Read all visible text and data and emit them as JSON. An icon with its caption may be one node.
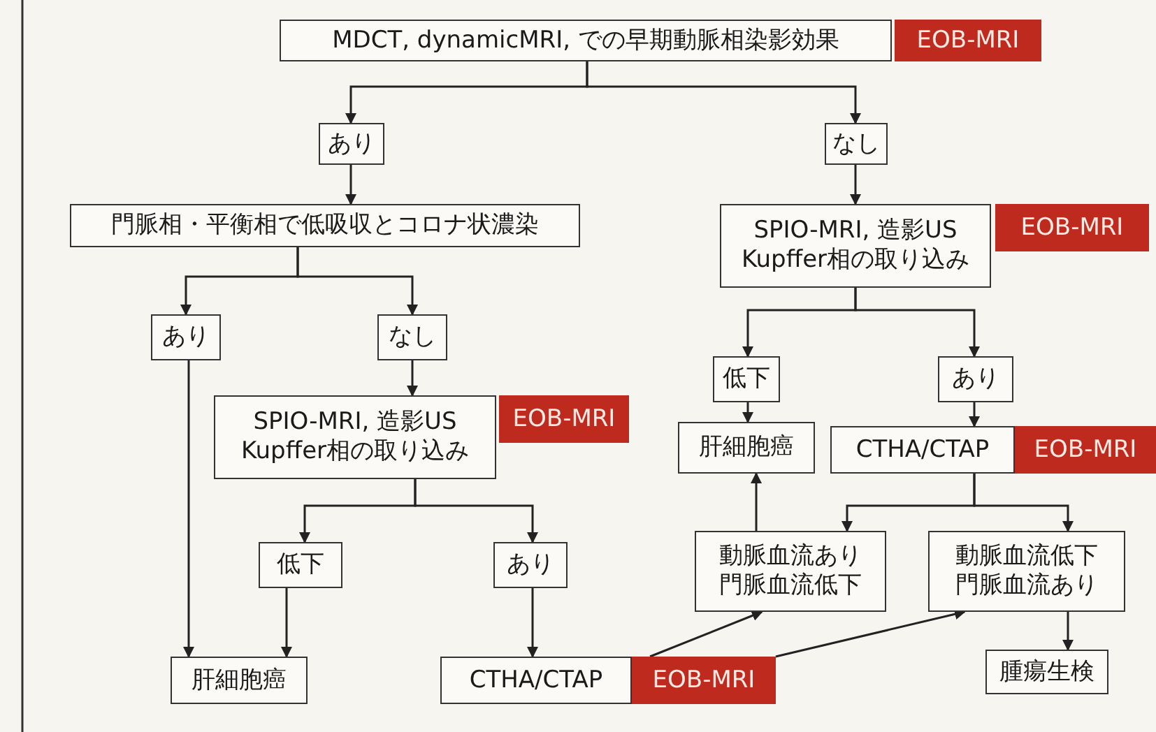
{
  "diagram": {
    "nodes": [
      {
        "text": [
          "MDCT, dynamicMRI, での早期動脈相染影効果"
        ]
      },
      {
        "text": [
          "EOB-MRI"
        ]
      },
      {
        "text": [
          "あり"
        ]
      },
      {
        "text": [
          "なし"
        ]
      },
      {
        "text": [
          "門脈相・平衡相で低吸収とコロナ状濃染"
        ]
      },
      {
        "text": [
          "SPIO-MRI, 造影US Kupffer相の取り込み"
        ]
      },
      {
        "text": [
          "EOB-MRI"
        ]
      },
      {
        "text": [
          "あり"
        ]
      },
      {
        "text": [
          "なし"
        ]
      },
      {
        "text": [
          "SPIO-MRI, 造影US Kupffer相の取り込み"
        ]
      },
      {
        "text": [
          "EOB-MRI"
        ]
      },
      {
        "text": [
          "低下"
        ]
      },
      {
        "text": [
          "あり"
        ]
      },
      {
        "text": [
          "肝細胞癌"
        ]
      },
      {
        "text": [
          "CTHA/CTAP"
        ]
      },
      {
        "text": [
          "EOB-MRI"
        ]
      },
      {
        "text": [
          "低下"
        ]
      },
      {
        "text": [
          "あり"
        ]
      },
      {
        "text": [
          "動脈血流あり門脈血流低下"
        ]
      },
      {
        "text": [
          "動脈血流低下門脈血流あり"
        ]
      },
      {
        "text": [
          "肝細胞癌"
        ]
      },
      {
        "text": [
          "CTHA/CTAP"
        ]
      },
      {
        "text": [
          "EOB-MRI"
        ]
      },
      {
        "text": [
          "腫瘍生検"
        ]
      }
    ],
    "edges": [
      {
        "from": 0,
        "to": 2,
        "arrow": "to"
      },
      {
        "from": 0,
        "to": 3,
        "arrow": "to"
      },
      {
        "from": 2,
        "to": 4,
        "arrow": "to"
      },
      {
        "from": 3,
        "to": 5,
        "arrow": "to"
      },
      {
        "from": 4,
        "to": 7,
        "arrow": "to"
      },
      {
        "from": 4,
        "to": 8,
        "arrow": "to"
      },
      {
        "from": 8,
        "to": 9,
        "arrow": "to"
      },
      {
        "from": 7,
        "to": 20,
        "arrow": "to"
      },
      {
        "from": 5,
        "to": 11,
        "arrow": "to"
      },
      {
        "from": 5,
        "to": 12,
        "arrow": "to"
      },
      {
        "from": 11,
        "to": 13,
        "arrow": "to"
      },
      {
        "from": 12,
        "to": 14,
        "arrow": "to"
      },
      {
        "from": 9,
        "to": 16,
        "arrow": "to"
      },
      {
        "from": 9,
        "to": 17,
        "arrow": "to"
      },
      {
        "from": 16,
        "to": 20,
        "arrow": "to"
      },
      {
        "from": 17,
        "to": 21,
        "arrow": "to"
      },
      {
        "from": 14,
        "to": 18,
        "arrow": "to"
      },
      {
        "from": 14,
        "to": 19,
        "arrow": "to"
      },
      {
        "from": 18,
        "to": 13,
        "arrow": "to"
      },
      {
        "from": 19,
        "to": 23,
        "arrow": "to"
      },
      {
        "from": 22,
        "to": 18,
        "arrow": "to"
      },
      {
        "from": 22,
        "to": 19,
        "arrow": "to"
      }
    ]
  }
}
